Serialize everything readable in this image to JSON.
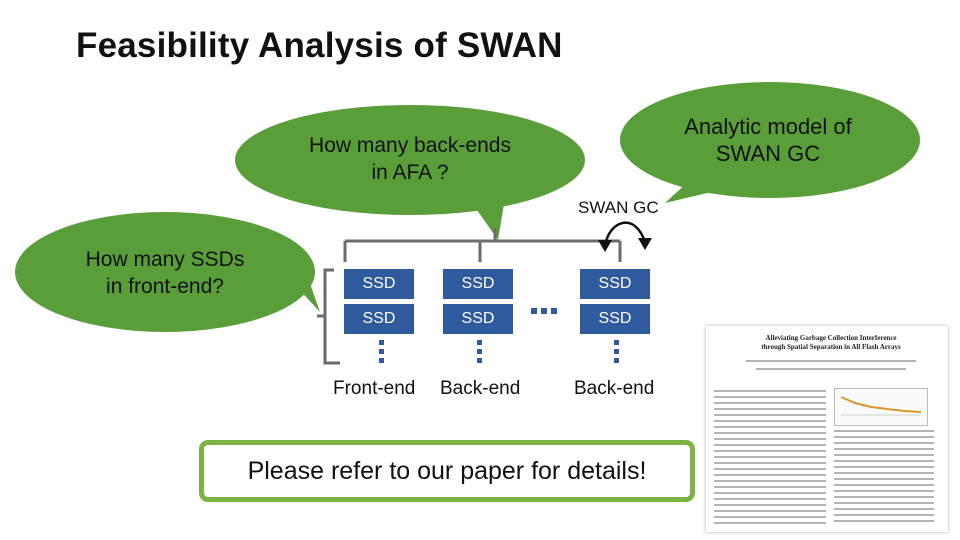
{
  "slide": {
    "title": "Feasibility Analysis of SWAN"
  },
  "bubbles": {
    "backends": "How many back-ends\nin AFA ?",
    "ssds": "How many SSDs\nin front-end?",
    "gc_model": "Analytic model of\nSWAN GC"
  },
  "diagram": {
    "gc_label": "SWAN GC",
    "ssd_label": "SSD",
    "front_end_label": "Front-end",
    "back_end_label_1": "Back-end",
    "back_end_label_2": "Back-end",
    "ssd_color": "#2f5a9e",
    "bubble_color": "#5a9e3a"
  },
  "callout": {
    "text": "Please refer to our paper for details!",
    "border_color": "#7cb342"
  },
  "paper_thumbnail": {
    "title": "Alleviating Garbage Collection Interference\nthrough Spatial Separation in All Flash Arrays"
  }
}
